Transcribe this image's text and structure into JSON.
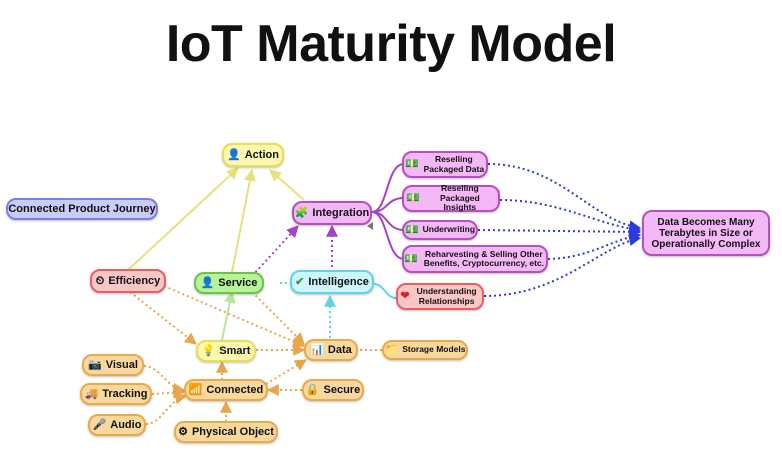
{
  "title": "IoT Maturity Model",
  "colors": {
    "yellow": "#fbf7b0",
    "purple": "#f4b8f7",
    "green": "#b8f29a",
    "cyan": "#cdf6fb",
    "red": "#f9c6c6",
    "orange": "#f9d89e",
    "blue": "#c9cbf9",
    "arrow_purple": "#a443c9",
    "arrow_blue": "#2c3be0",
    "arrow_orange": "#e8a64c",
    "arrow_cyan": "#5fd3df",
    "arrow_yellow": "#e6e27a"
  },
  "nodes": {
    "action": {
      "label": "Action",
      "icon": "person-icon"
    },
    "connected_journey": {
      "label": "Connected Product Journey"
    },
    "integration": {
      "label": "Integration",
      "icon": "puzzle-icon"
    },
    "reselling_data": {
      "label": "Reselling Packaged Data",
      "icon": "money-icon"
    },
    "reselling_insights": {
      "label": "Reselling Packaged Insights",
      "icon": "money-icon"
    },
    "underwriting": {
      "label": "Underwriting",
      "icon": "money-icon"
    },
    "reharvesting": {
      "label": "Reharvesting & Selling Other Benefits, Cryptocurrency, etc.",
      "icon": "money-icon"
    },
    "understanding": {
      "label": "Understanding Relationships",
      "icon": "heart-icon"
    },
    "terabytes": {
      "label": "Data Becomes Many Terabytes in Size or Operationally Complex"
    },
    "efficiency": {
      "label": "Efficiency",
      "icon": "gauge-icon"
    },
    "service": {
      "label": "Service",
      "icon": "person-icon"
    },
    "intelligence": {
      "label": "Intelligence",
      "icon": "check-icon"
    },
    "smart": {
      "label": "Smart",
      "icon": "lightbulb-icon"
    },
    "data": {
      "label": "Data",
      "icon": "bar-chart-icon"
    },
    "storage": {
      "label": "Storage Models",
      "icon": "folder-icon"
    },
    "visual": {
      "label": "Visual",
      "icon": "camera-icon"
    },
    "tracking": {
      "label": "Tracking",
      "icon": "truck-icon"
    },
    "audio": {
      "label": "Audio",
      "icon": "microphone-icon"
    },
    "connected": {
      "label": "Connected",
      "icon": "wifi-icon"
    },
    "secure": {
      "label": "Secure",
      "icon": "lock-icon"
    },
    "physical": {
      "label": "Physical Object",
      "icon": "gear-icon"
    }
  }
}
